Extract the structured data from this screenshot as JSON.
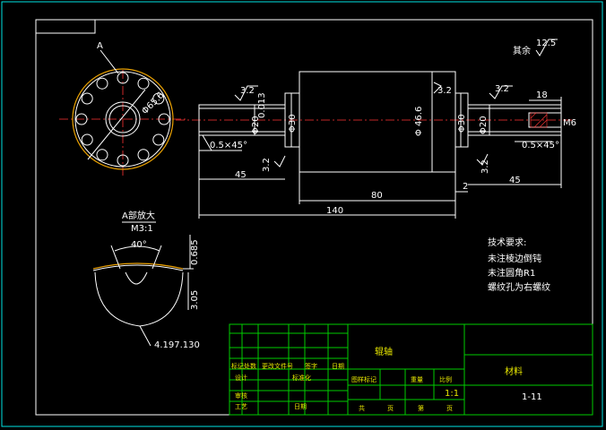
{
  "title_block_small_label": "",
  "roughness_other": {
    "label": "其余",
    "value": "12.5"
  },
  "section_label": "A",
  "detail_title": "A部放大",
  "detail_scale": "M3:1",
  "detail_dims": {
    "angle": "40°",
    "d1": "0.685",
    "d2": "3.05",
    "tol": "4.197.130"
  },
  "dimensions": {
    "d_left_hub": "Φ65.6",
    "d20a": "Φ20",
    "d20b": "Φ20",
    "d30a": "Φ30",
    "d30b": "Φ30",
    "d46": "Φ 46.6",
    "tol_small": "0.013",
    "chamfer_left": "0.5×45°",
    "chamfer_right": "0.5×45°",
    "rough_32_a": "3.2",
    "rough_32_b": "3.2",
    "rough_32_c": "3.2",
    "rough_32_d": "3.2",
    "rough_32_e": "3.2",
    "len_45_left": "45",
    "len_45_right": "45",
    "len_80": "80",
    "len_140": "140",
    "len_2": "2",
    "len_18": "18",
    "thread": "M6"
  },
  "tech_req": {
    "heading": "技术要求:",
    "lines": [
      "未注棱边倒钝",
      "未注圆角R1",
      "螺纹孔为右螺纹"
    ]
  },
  "title_block": {
    "name": "辊轴",
    "drawing_no": "1-11",
    "scale": "1:1",
    "material": "材料",
    "headers": [
      "标记",
      "处数",
      "更改文件号",
      "签字",
      "日期"
    ],
    "rows": [
      "设计",
      "标准化",
      "审核",
      "工艺",
      "日期"
    ],
    "fields": [
      "图样标记",
      "重量",
      "比例"
    ],
    "footer": [
      "共",
      "页",
      "第",
      "页"
    ]
  }
}
